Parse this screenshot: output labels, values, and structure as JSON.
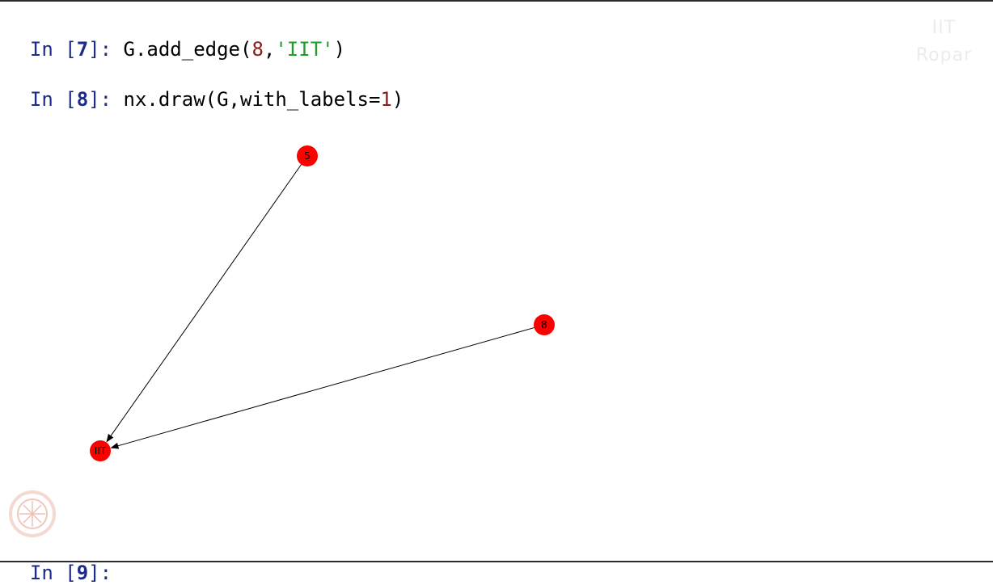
{
  "cells": [
    {
      "prompt_in": "In [",
      "prompt_num": "7",
      "prompt_close": "]:",
      "code_pre": " G.add_edge(",
      "code_num": "8",
      "code_comma": ",",
      "code_str": "'IIT'",
      "code_post": ")"
    },
    {
      "prompt_in": "In [",
      "prompt_num": "8",
      "prompt_close": "]:",
      "code_pre": " nx.draw(G,with_labels=",
      "code_num": "1",
      "code_post": ")"
    },
    {
      "prompt_in": "In [",
      "prompt_num": "9",
      "prompt_close": "]:"
    }
  ],
  "graph": {
    "nodes": [
      {
        "id": "5",
        "label": "5"
      },
      {
        "id": "8",
        "label": "8"
      },
      {
        "id": "IIT",
        "label": "IIT"
      }
    ],
    "edges": [
      {
        "from": "5",
        "to": "IIT"
      },
      {
        "from": "8",
        "to": "IIT"
      }
    ],
    "node_color": "#ff0000",
    "edge_color": "#000000"
  },
  "watermark": {
    "line1": "IIT",
    "line2": "Ropar"
  },
  "logo_icon": "institute-emblem-icon"
}
